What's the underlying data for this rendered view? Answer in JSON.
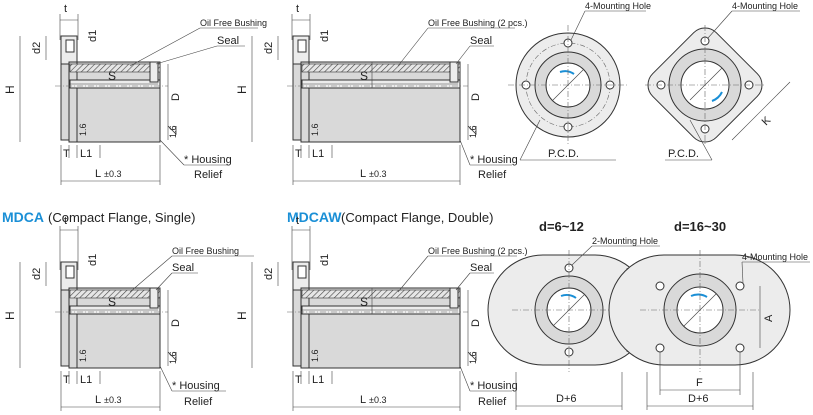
{
  "section_titles": [
    {
      "code": "MDCA",
      "desc": "(Compact Flange, Single)"
    },
    {
      "code": "MDCAW",
      "desc": "(Compact Flange, Double)"
    }
  ],
  "size_ranges": [
    "d=6~12",
    "d=16~30"
  ],
  "labels": {
    "t": "t",
    "d1": "d1",
    "d2": "d2",
    "H": "H",
    "S": "S",
    "D": "D",
    "T": "T",
    "L1": "L1",
    "L": "L",
    "tol": "±0.3",
    "roughness": "1.6",
    "oil_free": "Oil Free Bushing",
    "oil_free_2": "Oil Free Bushing (2 pcs.)",
    "seal": "Seal",
    "housing_star": "* Housing",
    "relief": "Relief",
    "mount4": "4-Mounting Hole",
    "mount2": "2-Mounting Hole",
    "pcd": "P.C.D.",
    "K": "K",
    "A": "A",
    "F": "F",
    "D6": "D+6"
  },
  "colors": {
    "accent": "#1a8fd6",
    "part": "#d9d9d9",
    "line": "#333333"
  }
}
